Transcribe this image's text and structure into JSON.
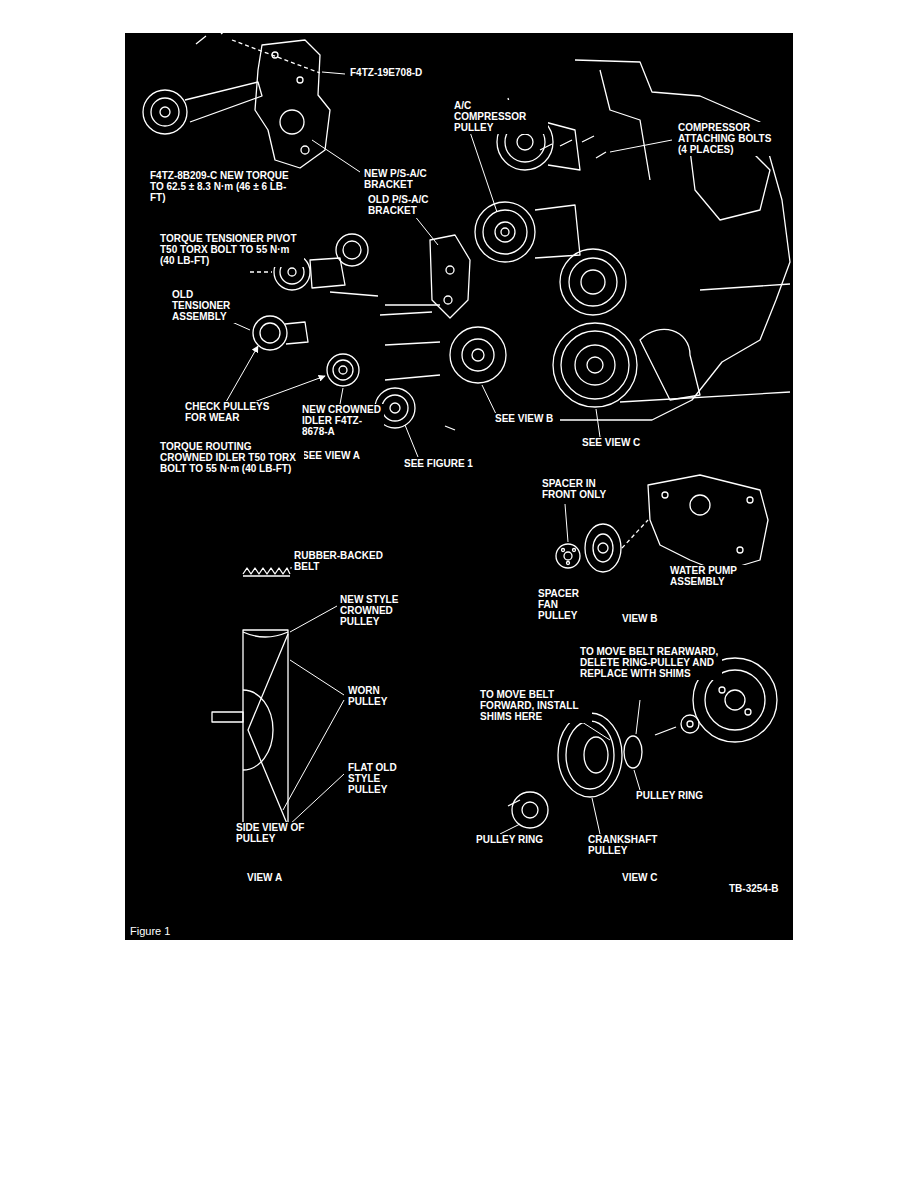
{
  "diagram": {
    "caption": "Figure 1",
    "labels": [
      "F4TZ-19E708-D",
      "A/C COMPRESSOR PULLEY",
      "COMPRESSOR ATTACHING BOLTS (4 PLACES)",
      "F4TZ-8B209-C NEW TORQUE TO 62.5 ± 8.3 N·m (46 ± 6 LB-FT)",
      "NEW P/S-A/C BRACKET",
      "OLD P/S-A/C BRACKET",
      "TORQUE TENSIONER PIVOT T50 TORX BOLT TO 55 N·m (40 LB-FT)",
      "OLD TENSIONER ASSEMBLY",
      "CHECK PULLEYS FOR WEAR",
      "NEW CROWNED IDLER F4TZ-8678-A",
      "SEE VIEW A",
      "SEE VIEW B",
      "SEE VIEW C",
      "SEE FIGURE 1",
      "TORQUE ROUTING CROWNED IDLER T50 TORX BOLT TO 55 N·m (40 LB-FT)",
      "SPACER IN FRONT ONLY",
      "WATER PUMP ASSEMBLY",
      "SPACER FAN PULLEY",
      "VIEW B",
      "RUBBER-BACKED BELT",
      "NEW STYLE CROWNED PULLEY",
      "WORN PULLEY",
      "FLAT OLD STYLE PULLEY",
      "SIDE VIEW OF PULLEY",
      "VIEW A",
      "TO MOVE BELT REARWARD, DELETE RING-PULLEY AND REPLACE WITH SHIMS",
      "TO MOVE BELT FORWARD, INSTALL SHIMS HERE",
      "PULLEY RING",
      "PULLEY RING",
      "CRANKSHAFT PULLEY",
      "VIEW C",
      "TB-3254-B"
    ]
  }
}
